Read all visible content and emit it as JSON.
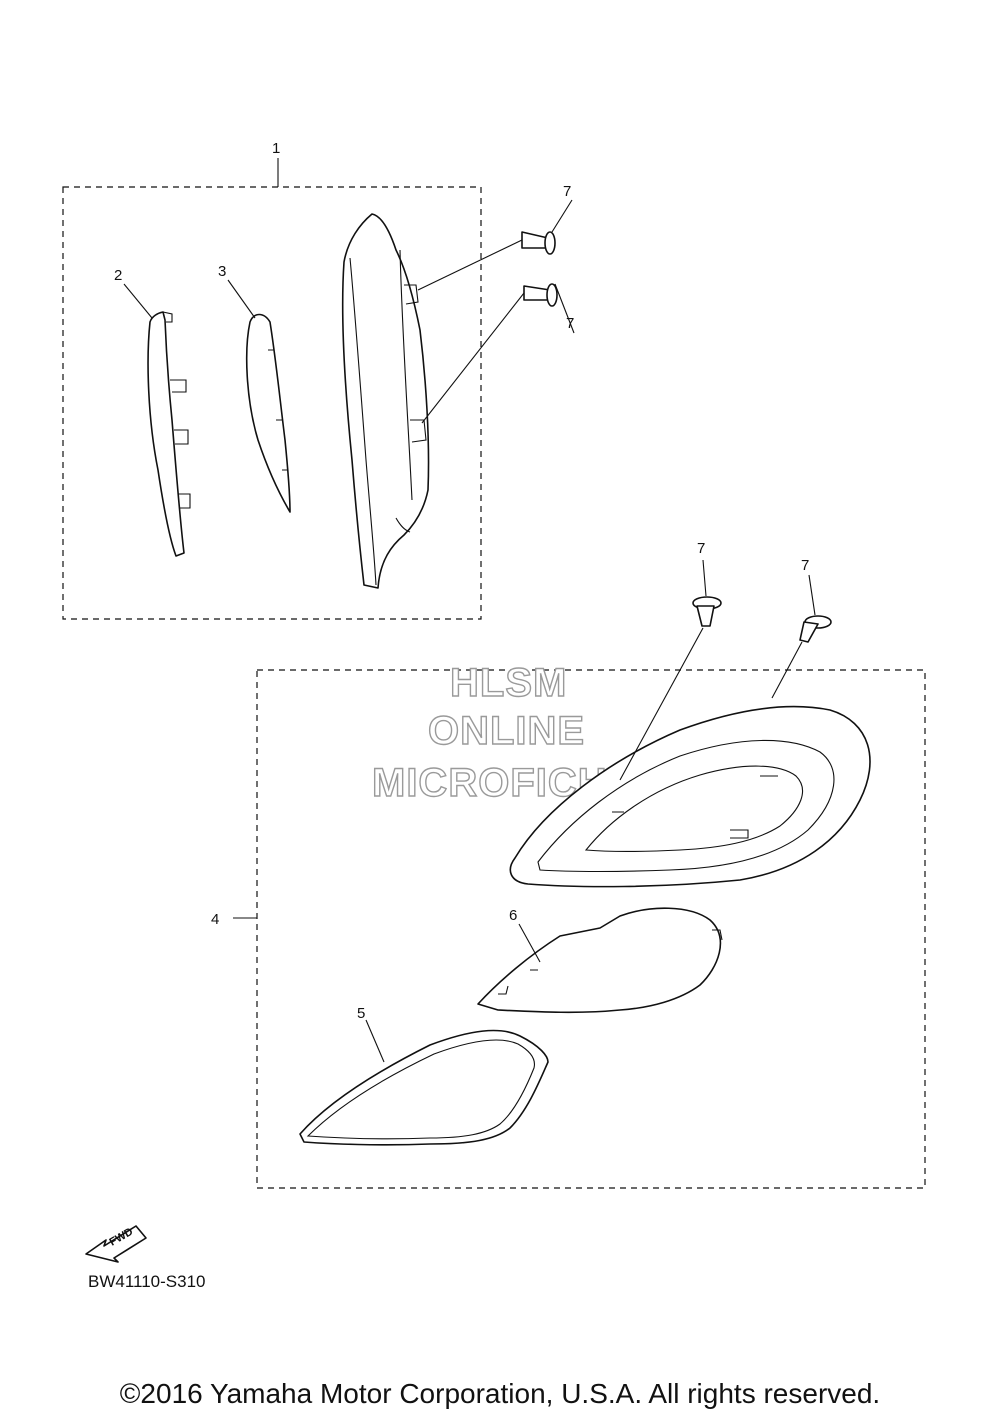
{
  "diagram": {
    "callouts": {
      "c1": "1",
      "c2": "2",
      "c3": "3",
      "c4": "4",
      "c5": "5",
      "c6": "6",
      "c7a": "7",
      "c7b": "7",
      "c7c": "7",
      "c7d": "7"
    },
    "fwd_label": "FWD",
    "watermark": {
      "line1": "HLSM",
      "line2": "ONLINE",
      "line3": "MICROFICHE",
      "color": "#9a9a9a"
    },
    "drawing_code": "BW41110-S310"
  },
  "footer": {
    "copyright": "©2016 Yamaha Motor Corporation, U.S.A. All rights reserved."
  }
}
